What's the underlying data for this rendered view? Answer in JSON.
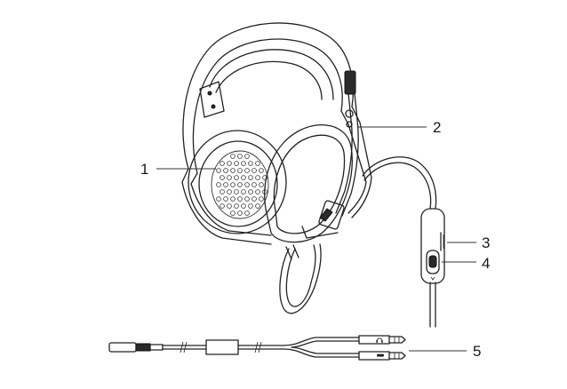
{
  "figure": {
    "subject": "headset-with-inline-control-and-splitter-cable",
    "callouts": [
      {
        "number": "1",
        "target": "ear-cushion"
      },
      {
        "number": "2",
        "target": "microphone-boom"
      },
      {
        "number": "3",
        "target": "volume-wheel"
      },
      {
        "number": "4",
        "target": "mic-mute-switch"
      },
      {
        "number": "5",
        "target": "splitter-cable"
      }
    ],
    "plug_icons": [
      "headphone-icon",
      "mic-icon"
    ]
  }
}
